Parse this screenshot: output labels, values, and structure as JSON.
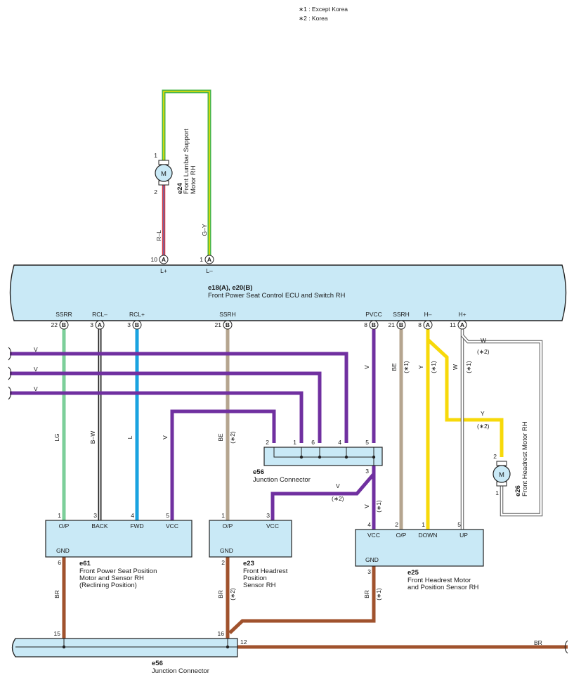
{
  "notes": [
    "∗1 : Except Korea",
    "∗2 : Korea"
  ],
  "ecu": {
    "code": "e18(A), e20(B)",
    "name": "Front Power Seat Control ECU and Switch RH",
    "top_pins": [
      {
        "num": "10",
        "conn": "A",
        "label": "L+"
      },
      {
        "num": "1",
        "conn": "A",
        "label": "L–"
      }
    ],
    "bottom_pins": [
      {
        "num": "22",
        "conn": "B",
        "label": "SSRR"
      },
      {
        "num": "3",
        "conn": "A",
        "label": "RCL–"
      },
      {
        "num": "3",
        "conn": "B",
        "label": "RCL+"
      },
      {
        "num": "21",
        "conn": "B",
        "label": "SSRH"
      },
      {
        "num": "8",
        "conn": "B",
        "label": "PVCC"
      },
      {
        "num": "21",
        "conn": "B",
        "label": "SSRH"
      },
      {
        "num": "8",
        "conn": "A",
        "label": "H–"
      },
      {
        "num": "11",
        "conn": "A",
        "label": "H+"
      }
    ]
  },
  "motor_symbol": "M",
  "lumbar_motor": {
    "code": "e24",
    "name_line1": "Front Lumbar Support",
    "name_line2": "Motor RH",
    "pin1": "1",
    "pin2": "2"
  },
  "headrest_motor": {
    "code": "e26",
    "name": "Front Headrest Motor RH",
    "pin1": "1",
    "pin2": "2"
  },
  "e56_top": {
    "code": "e56",
    "name": "Junction Connector",
    "pins": [
      "2",
      "1",
      "6",
      "4",
      "5",
      "3"
    ]
  },
  "e56_bottom": {
    "code": "e56",
    "name": "Junction Connector",
    "pins": [
      "15",
      "16",
      "12"
    ]
  },
  "e61": {
    "code": "e61",
    "name_lines": [
      "Front Power Seat Position",
      "Motor and Sensor RH",
      "(Reclining Position)"
    ],
    "pins": [
      {
        "num": "1",
        "label": "O/P"
      },
      {
        "num": "3",
        "label": "BACK"
      },
      {
        "num": "4",
        "label": "FWD"
      },
      {
        "num": "5",
        "label": "VCC"
      }
    ],
    "gnd": {
      "num": "6",
      "label": "GND"
    }
  },
  "e23": {
    "code": "e23",
    "name_lines": [
      "Front Headrest",
      "Position",
      "Sensor RH"
    ],
    "pins": [
      {
        "num": "1",
        "label": "O/P"
      },
      {
        "num": "3",
        "label": "VCC"
      }
    ],
    "gnd": {
      "num": "2",
      "label": "GND"
    }
  },
  "e25": {
    "code": "e25",
    "name_lines": [
      "Front Headrest Motor",
      "and Position Sensor RH"
    ],
    "pins": [
      {
        "num": "4",
        "label": "VCC"
      },
      {
        "num": "2",
        "label": "O/P"
      },
      {
        "num": "1",
        "label": "DOWN"
      },
      {
        "num": "5",
        "label": "UP"
      }
    ],
    "gnd": {
      "num": "3",
      "label": "GND"
    }
  },
  "wire_labels": {
    "lumbar_minus": "R–L",
    "lumbar_plus": "G–Y",
    "bus_v": "V",
    "ssrr": "LG",
    "rcl_minus": "B–W",
    "rcl_plus": "L",
    "vcc_e61": "V",
    "ssrh_e23": "BE",
    "note2": "(∗2)",
    "note1": "(∗1)",
    "pvcc": "V",
    "ssrh_e25": "BE",
    "h_minus": "Y",
    "h_plus": "W",
    "h_plus_k": "W",
    "h_minus_k": "Y",
    "e56_v": "V",
    "gnd": "BR"
  },
  "colors": {
    "ecu_fill": "#c9e9f6",
    "violet": "#7030a0",
    "green": "#7ccf9a",
    "blue": "#1aa3e0",
    "beige": "#b5a58f",
    "yellow": "#f7d90a",
    "brown": "#a0522d",
    "red": "#d9363e",
    "lumbar_green": "#48b548",
    "lumbar_yellow": "#f0e000"
  }
}
